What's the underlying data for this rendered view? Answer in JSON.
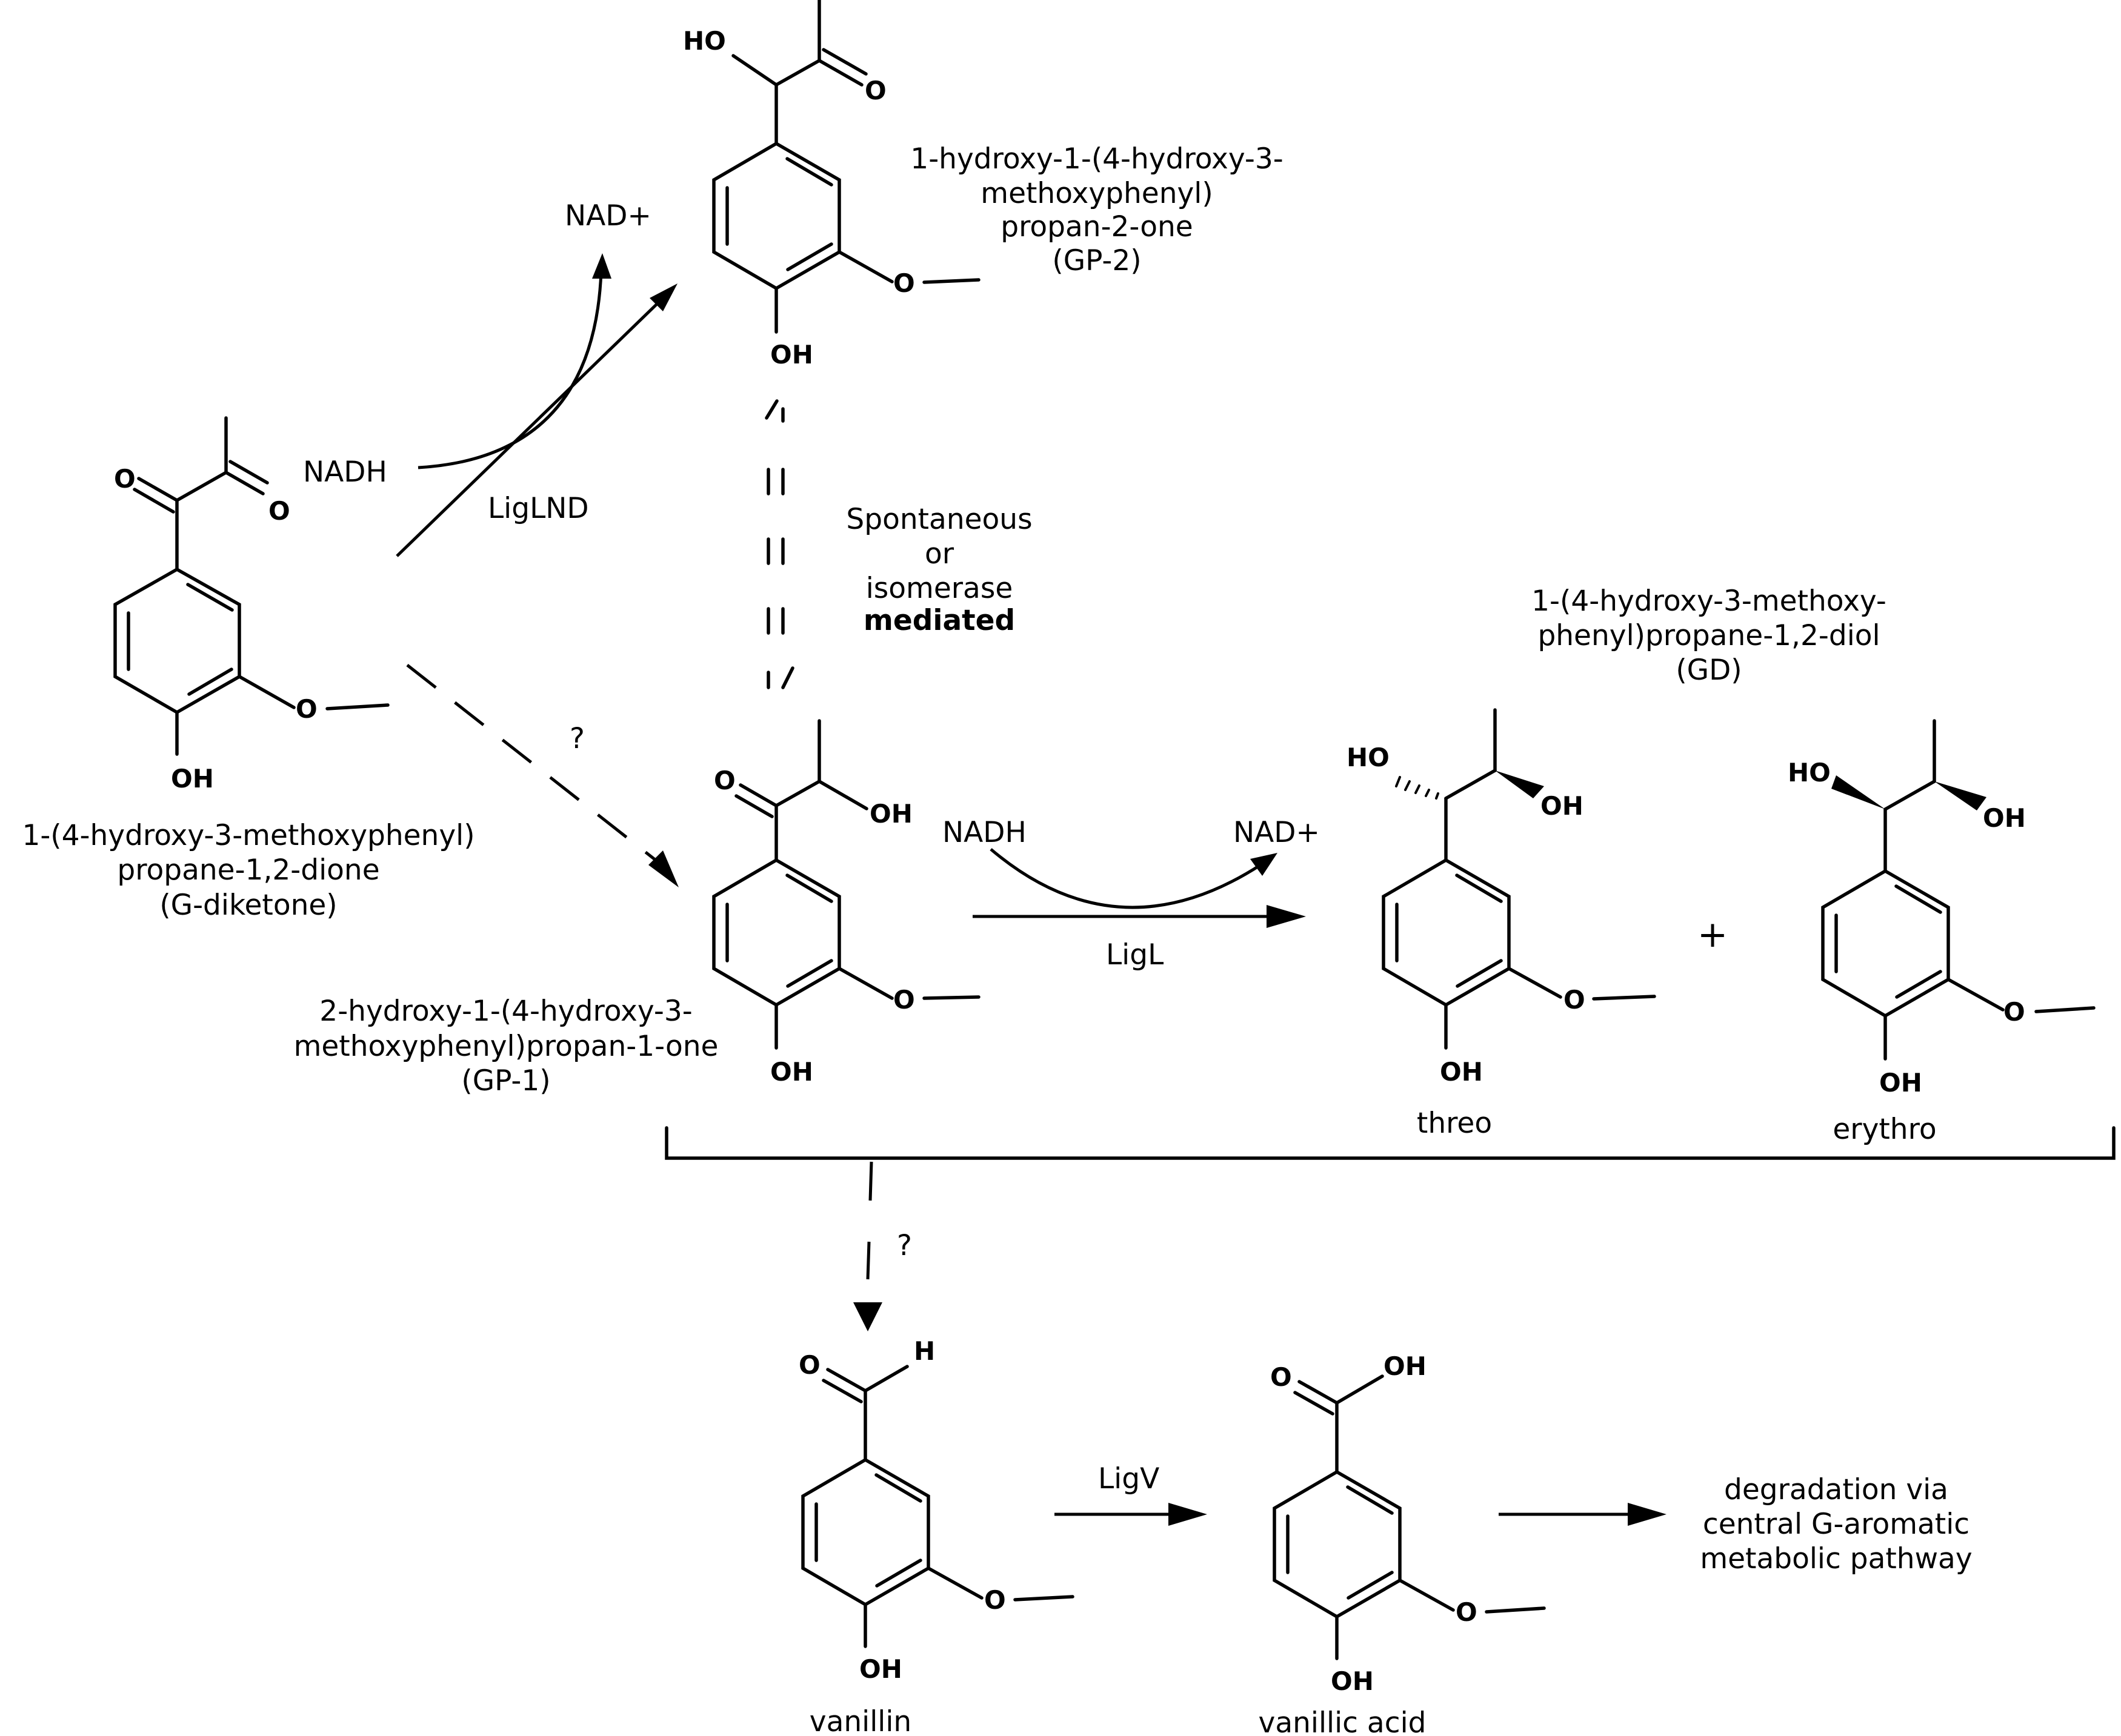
{
  "compounds": {
    "g_diketone": {
      "line1": "1-(4-hydroxy-3-methoxyphenyl)",
      "line2": "propane-1,2-dione",
      "line3": "(G-diketone)"
    },
    "gp2": {
      "line1": "1-hydroxy-1-(4-hydroxy-3-",
      "line2": "methoxyphenyl)",
      "line3": "propan-2-one",
      "line4": "(GP-2)"
    },
    "gp1": {
      "line1": "2-hydroxy-1-(4-hydroxy-3-",
      "line2": "methoxyphenyl)propan-1-one",
      "line3": "(GP-1)"
    },
    "gd": {
      "line1": "1-(4-hydroxy-3-methoxy-",
      "line2": "phenyl)propane-1,2-diol",
      "line3": "(GD)"
    },
    "threo": "threo",
    "erythro": "erythro",
    "vanillin": "vanillin",
    "vanillic_acid": "vanillic acid",
    "degradation": {
      "line1": "degradation via",
      "line2": "central G-aromatic",
      "line3": "metabolic pathway"
    }
  },
  "labels": {
    "nadh_1": "NADH",
    "nad_1": "NAD+",
    "ligl_nd": "LigLND",
    "spontaneous_1": "Spontaneous",
    "spontaneous_2": "or",
    "spontaneous_3": "isomerase",
    "spontaneous_4": "mediated",
    "question_1": "?",
    "nadh_2": "NADH",
    "nad_2": "NAD+",
    "ligl": "LigL",
    "plus": "+",
    "question_2": "?",
    "ligv": "LigV"
  },
  "atoms": {
    "oh": "OH",
    "ho": "HO",
    "o": "O",
    "h": "H"
  }
}
